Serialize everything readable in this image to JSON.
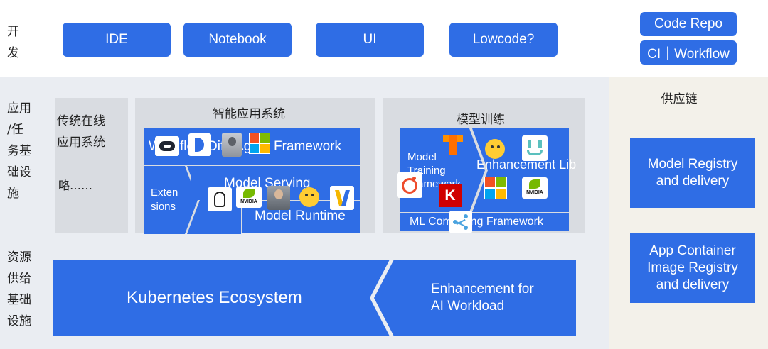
{
  "dev_row": {
    "label_lines": [
      "开",
      "发"
    ],
    "buttons": [
      "IDE",
      "Notebook",
      "UI",
      "Lowcode?"
    ],
    "right_buttons": [
      "Code Repo",
      "CI｜Workflow"
    ]
  },
  "app_row": {
    "label_lines": [
      "应用",
      "/任",
      "务基",
      "础设",
      "施"
    ],
    "traditional": {
      "line1": "传统在线",
      "line2": "应用系统",
      "etc": "略……"
    },
    "intelligent": {
      "title": "智能应用系统",
      "agent_bar": "Workflow/Dify/Agent Framework",
      "extensions_lines": [
        "Exten",
        "sions"
      ],
      "model_serving": "Model Serving",
      "model_runtime": "Model Runtime"
    },
    "training": {
      "title": "模型训练",
      "framework_lines": [
        "Model",
        "Training",
        "Framework"
      ],
      "enhancement": "Enhancement Lib",
      "ml_framework": "ML Computing Framework"
    }
  },
  "supply_chain": {
    "title": "供应链",
    "model_registry": [
      "Model Registry",
      "and delivery"
    ],
    "app_registry": [
      "App Container",
      "Image Registry",
      "and delivery"
    ]
  },
  "resource_row": {
    "label_lines": [
      "资源",
      "供给",
      "基础",
      "设施"
    ],
    "kubernetes": "Kubernetes Ecosystem",
    "enhancement_lines": [
      "Enhancement for",
      "AI Workload"
    ]
  },
  "icons": [
    "tool-icon",
    "dify-icon",
    "agent-avatar-icon",
    "microsoft-icon",
    "ollama-icon",
    "nvidia-icon",
    "person-avatar-icon",
    "huggingface-icon",
    "vllm-icon",
    "tensorflow-icon",
    "pytorch-icon",
    "keras-icon",
    "ray-icon",
    "pipeline-icon"
  ],
  "colors": {
    "primary_blue": "#2f6de5",
    "band": "#eaedf2",
    "panel": "#d9dce1",
    "supply_bg": "#f3f1ea"
  }
}
